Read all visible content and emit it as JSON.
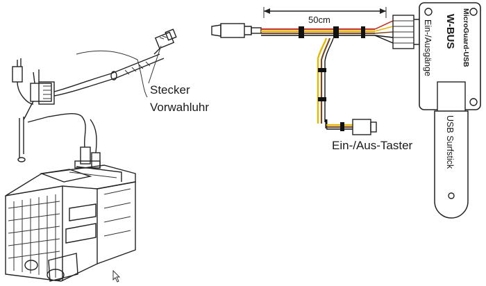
{
  "labels": {
    "plug": "Stecker",
    "timer": "Vorwahluhr",
    "switch": "Ein-/Aus-Taster",
    "length": "50cm",
    "device_name": "W-BUS",
    "device_model": "MicroGuard-USB",
    "io_port": "Ein-/Ausgänge",
    "stick": "USB Surfstick"
  },
  "colors": {
    "wire_red": "#c0392b",
    "wire_brown": "#7a4a1e",
    "wire_yellow": "#e6b800",
    "wire_black": "#111111",
    "outline": "#222222"
  }
}
